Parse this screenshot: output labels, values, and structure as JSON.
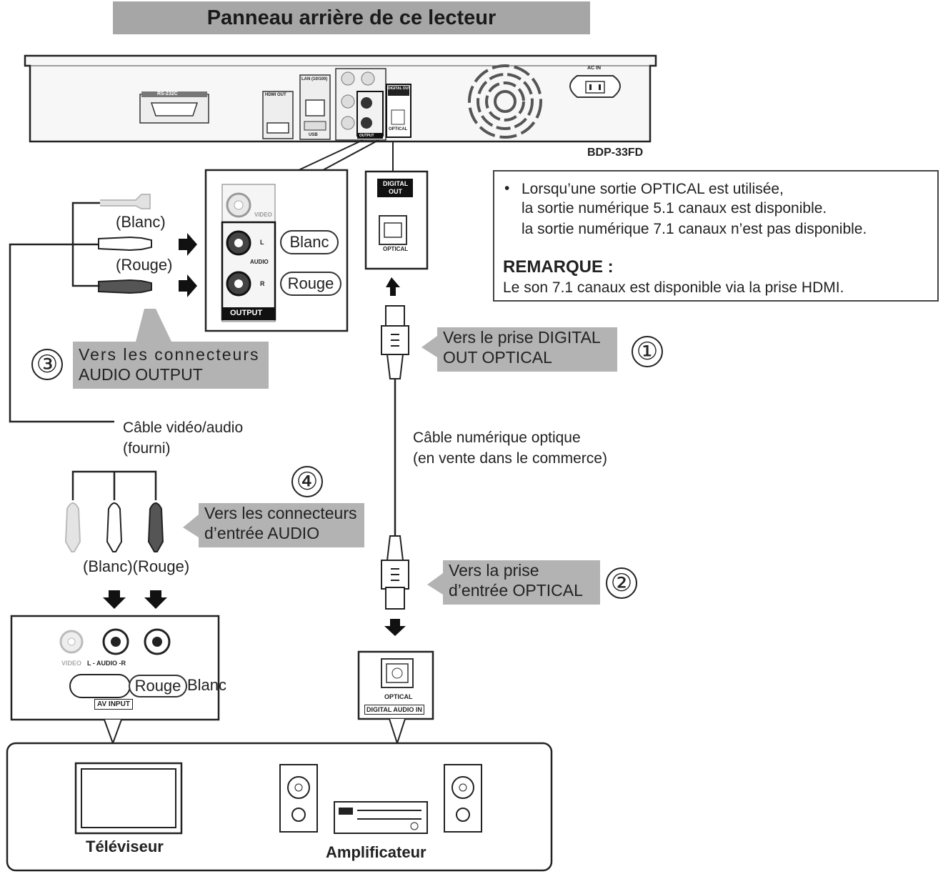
{
  "header": {
    "title": "Panneau arrière de ce lecteur"
  },
  "player": {
    "model": "BDP-33FD",
    "ports": {
      "rs232": "RS-232C",
      "hdmi": "HDMI OUT",
      "lan": "LAN (10/100)",
      "usb": "USB",
      "digital_out": "DIGITAL OUT",
      "optical": "OPTICAL",
      "output": "OUTPUT",
      "ac_in": "AC IN"
    }
  },
  "note": {
    "bullet": "•",
    "lines": [
      "Lorsqu’une sortie OPTICAL est utilisée,",
      "la sortie numérique 5.1 canaux est disponible.",
      "la sortie numérique 7.1 canaux n’est pas disponible."
    ],
    "remark_title": "REMARQUE :",
    "remark_text": "Le son 7.1 canaux est disponible via la prise HDMI."
  },
  "output_detail": {
    "video": "VIDEO",
    "l": "L",
    "audio": "AUDIO",
    "r": "R",
    "output": "OUTPUT",
    "blanc": "Blanc",
    "rouge": "Rouge"
  },
  "optical_detail": {
    "digital": "DIGITAL",
    "out": "OUT",
    "optical": "OPTICAL"
  },
  "top_plugs": {
    "blanc": "(Blanc)",
    "rouge": "(Rouge)"
  },
  "steps": {
    "s1": {
      "num": "①",
      "l1": "Vers le prise DIGITAL",
      "l2": "OUT OPTICAL"
    },
    "s2": {
      "num": "②",
      "l1": "Vers la prise",
      "l2": "d’entrée OPTICAL"
    },
    "s3": {
      "num": "③",
      "l1": "Vers les connecteurs",
      "l2": "AUDIO OUTPUT"
    },
    "s4": {
      "num": "④",
      "l1": "Vers les connecteurs",
      "l2": "d’entrée AUDIO"
    }
  },
  "cables": {
    "av_l1": "Câble vidéo/audio",
    "av_l2": "(fourni)",
    "opt_l1": "Câble numérique optique",
    "opt_l2": "(en vente dans le commerce)"
  },
  "bottom_plugs": {
    "label": "(Blanc)(Rouge)"
  },
  "tv_panel": {
    "video": "VIDEO",
    "audio": "L - AUDIO -R",
    "rouge": "Rouge",
    "blanc": "Blanc",
    "av_input": "AV INPUT"
  },
  "amp_panel": {
    "optical": "OPTICAL",
    "digital_audio_in": "DIGITAL AUDIO IN"
  },
  "devices": {
    "tv": "Téléviseur",
    "amp": "Amplificateur"
  }
}
